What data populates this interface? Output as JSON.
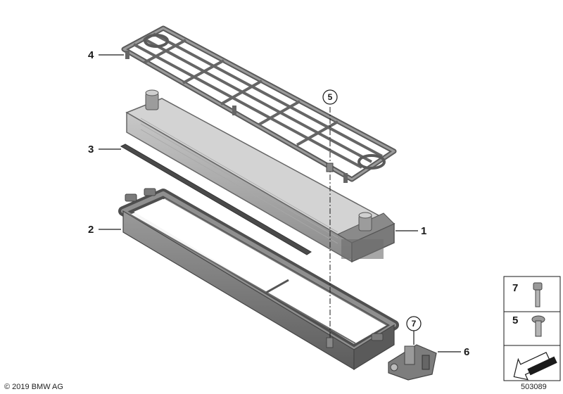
{
  "callouts": {
    "c1": "1",
    "c2": "2",
    "c3": "3",
    "c4": "4",
    "c5": "5",
    "c6": "6",
    "c7": "7"
  },
  "legend": {
    "item7": "7",
    "item5": "5"
  },
  "footer": {
    "copyright": "© 2019 BMW AG",
    "diagram_number": "503089"
  },
  "colors": {
    "part_fill": "#8c8c8c",
    "part_dark": "#5f5f5f",
    "part_light": "#b9b9b9",
    "line": "#1a1a1a"
  },
  "icons": [
    "arrow-icon",
    "bolt-icon",
    "screw-icon"
  ]
}
